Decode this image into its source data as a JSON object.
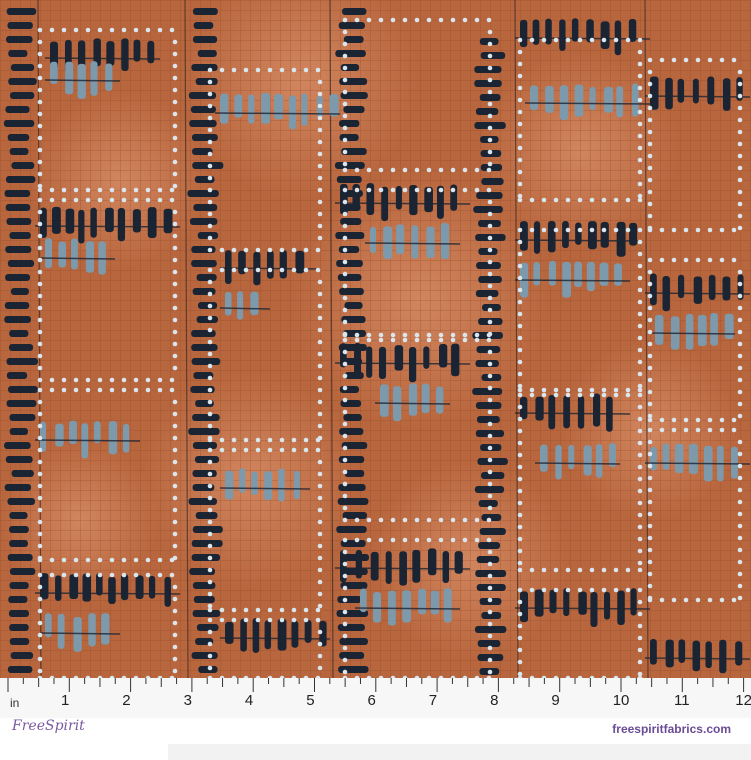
{
  "image": {
    "subject": "fabric-swatch",
    "colors": {
      "base": "#b8663d",
      "grid": "#9a4f2c",
      "navy": "#1b2433",
      "dots": "#d9e6ee",
      "blue_gray": "#7d9aad"
    }
  },
  "ruler": {
    "unit": "in",
    "numbers": [
      "1",
      "2",
      "3",
      "4",
      "5",
      "6",
      "7",
      "8",
      "9",
      "10",
      "11",
      "12"
    ]
  },
  "footer": {
    "brand": "FreeSpirit",
    "url": "freespiritfabrics.com"
  }
}
